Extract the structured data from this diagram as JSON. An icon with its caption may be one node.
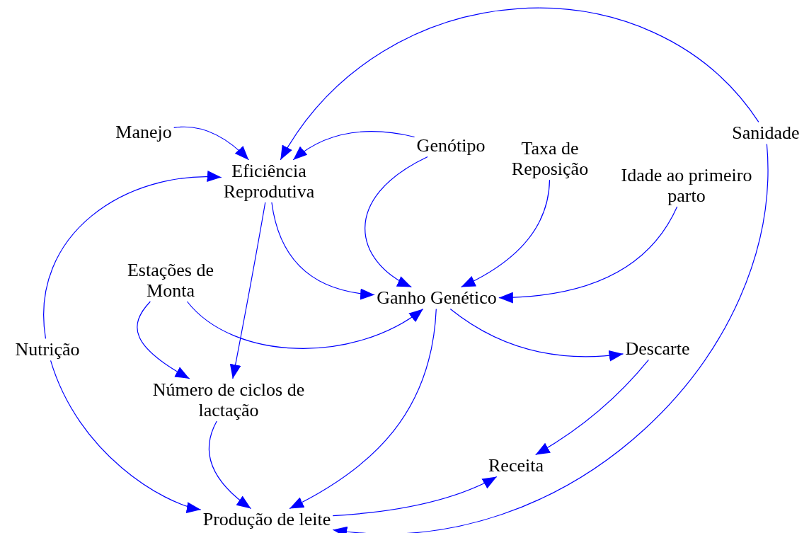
{
  "diagram": {
    "nodes": [
      {
        "text": [
          "Manejo"
        ]
      },
      {
        "text": [
          "Eficiência Reprodutiva"
        ]
      },
      {
        "text": [
          "Genótipo"
        ]
      },
      {
        "text": [
          "Taxa de Reposição"
        ]
      },
      {
        "text": [
          "Idade ao primeiro parto"
        ]
      },
      {
        "text": [
          "Sanidade"
        ]
      },
      {
        "text": [
          "Estações de Monta"
        ]
      },
      {
        "text": [
          "Ganho Genético"
        ]
      },
      {
        "text": [
          "Nutrição"
        ]
      },
      {
        "text": [
          "Descarte"
        ]
      },
      {
        "text": [
          "Número de ciclos de lactação"
        ]
      },
      {
        "text": [
          "Receita"
        ]
      },
      {
        "text": [
          "Produção de leite"
        ]
      }
    ],
    "edges": [
      {
        "from": 0,
        "to": 1,
        "arrow": "to"
      },
      {
        "from": 2,
        "to": 1,
        "arrow": "to"
      },
      {
        "from": 5,
        "to": 1,
        "arrow": "to"
      },
      {
        "from": 2,
        "to": 7,
        "arrow": "to"
      },
      {
        "from": 3,
        "to": 7,
        "arrow": "to"
      },
      {
        "from": 4,
        "to": 7,
        "arrow": "to"
      },
      {
        "from": 1,
        "to": 7,
        "arrow": "to"
      },
      {
        "from": 1,
        "to": 10,
        "arrow": "to"
      },
      {
        "from": 8,
        "to": 1,
        "arrow": "to"
      },
      {
        "from": 8,
        "to": 12,
        "arrow": "to"
      },
      {
        "from": 6,
        "to": 10,
        "arrow": "to"
      },
      {
        "from": 6,
        "to": 7,
        "arrow": "to"
      },
      {
        "from": 7,
        "to": 9,
        "arrow": "to"
      },
      {
        "from": 7,
        "to": 12,
        "arrow": "to"
      },
      {
        "from": 10,
        "to": 12,
        "arrow": "to"
      },
      {
        "from": 9,
        "to": 11,
        "arrow": "to"
      },
      {
        "from": 12,
        "to": 11,
        "arrow": "to"
      },
      {
        "from": 5,
        "to": 12,
        "arrow": "to"
      }
    ]
  }
}
